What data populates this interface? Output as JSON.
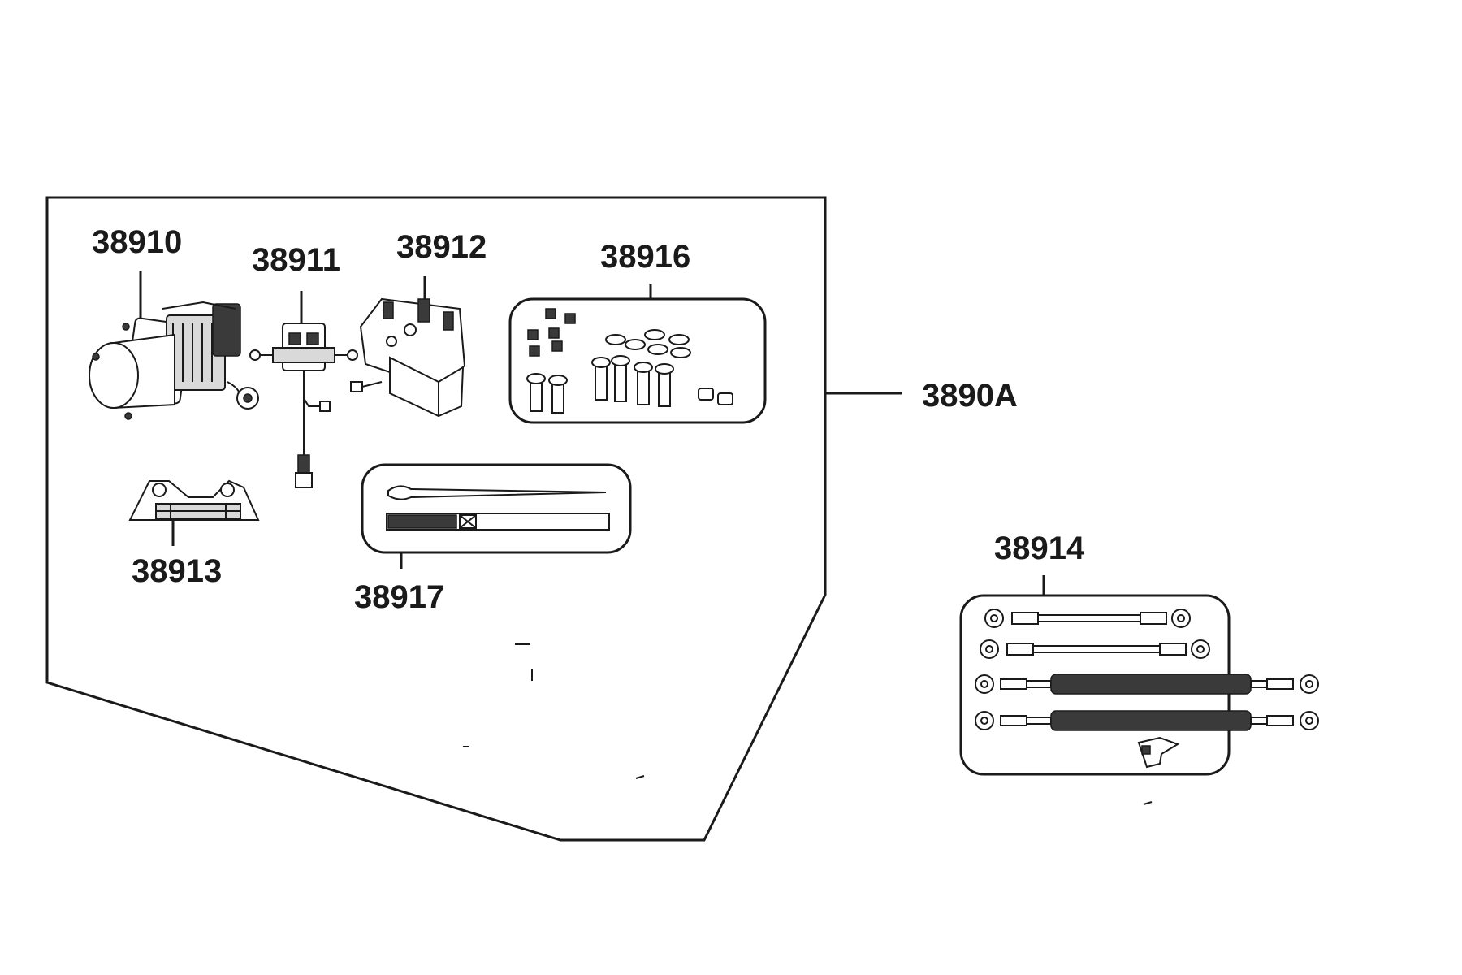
{
  "assembly": {
    "part_number": "3890A"
  },
  "parts": {
    "winch": {
      "part_number": "38910",
      "icon": "winch-icon"
    },
    "wire_harness": {
      "part_number": "38911",
      "icon": "wire-harness-icon"
    },
    "solenoid": {
      "part_number": "38912",
      "icon": "solenoid-icon"
    },
    "hardware_kit": {
      "part_number": "38916",
      "icon": "bolt-kit-icon"
    },
    "fairlead": {
      "part_number": "38913",
      "icon": "fairlead-icon"
    },
    "switch_kit": {
      "part_number": "38917",
      "icon": "switch-label-icon"
    },
    "cable_kit": {
      "part_number": "38914",
      "icon": "battery-cable-icon"
    }
  },
  "colors": {
    "line": "#1a1a1a",
    "fill": "#ffffff",
    "shade": "#d9d9d9"
  }
}
